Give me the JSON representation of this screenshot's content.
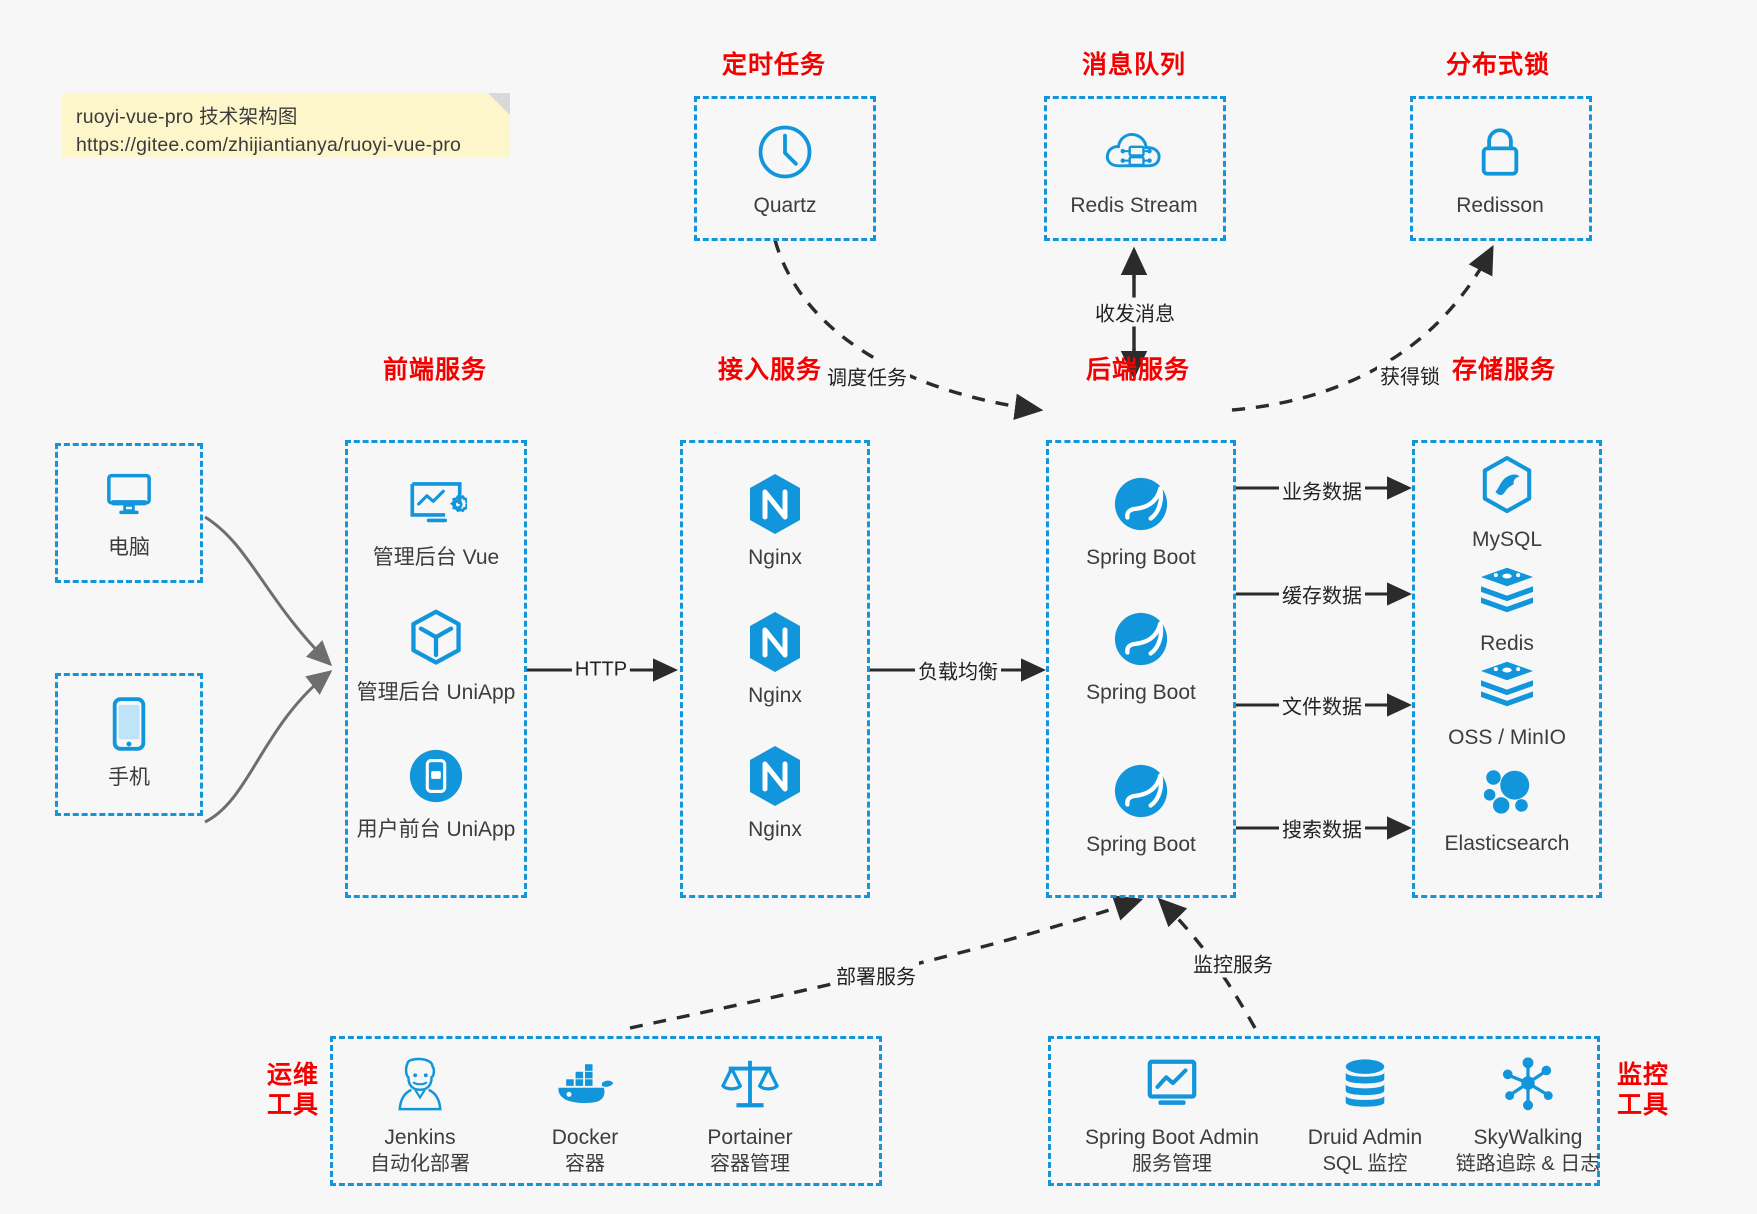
{
  "note": {
    "line1": "ruoyi-vue-pro 技术架构图",
    "line2": "https://gitee.com/zhijiantianya/ruoyi-vue-pro"
  },
  "colors": {
    "accent": "#1296db",
    "group_title": "#f50000",
    "label": "#3d3d3d",
    "edge": "#222222",
    "background": "#f7f7f7",
    "note_bg": "#fcf6ca"
  },
  "groups": {
    "scheduler": {
      "title": "定时任务"
    },
    "mq": {
      "title": "消息队列"
    },
    "lock": {
      "title": "分布式锁"
    },
    "frontend": {
      "title": "前端服务"
    },
    "gateway": {
      "title": "接入服务"
    },
    "backend": {
      "title": "后端服务"
    },
    "storage": {
      "title": "存储服务"
    },
    "devops": {
      "title_line1": "运维",
      "title_line2": "工具"
    },
    "monitor": {
      "title_line1": "监控",
      "title_line2": "工具"
    }
  },
  "nodes": {
    "quartz": {
      "label": "Quartz",
      "icon": "clock-icon"
    },
    "redis_stream": {
      "label": "Redis Stream",
      "icon": "cloud-stream-icon"
    },
    "redisson": {
      "label": "Redisson",
      "icon": "lock-icon"
    },
    "computer": {
      "label": "电脑",
      "icon": "desktop-icon"
    },
    "phone": {
      "label": "手机",
      "icon": "phone-icon"
    },
    "admin_vue": {
      "label": "管理后台 Vue",
      "icon": "dashboard-icon"
    },
    "admin_uniapp": {
      "label": "管理后台 UniApp",
      "icon": "cube-icon"
    },
    "user_uniapp": {
      "label": "用户前台 UniApp",
      "icon": "mobile-app-icon"
    },
    "nginx1": {
      "label": "Nginx",
      "icon": "nginx-icon"
    },
    "nginx2": {
      "label": "Nginx",
      "icon": "nginx-icon"
    },
    "nginx3": {
      "label": "Nginx",
      "icon": "nginx-icon"
    },
    "springboot1": {
      "label": "Spring Boot",
      "icon": "spring-icon"
    },
    "springboot2": {
      "label": "Spring Boot",
      "icon": "spring-icon"
    },
    "springboot3": {
      "label": "Spring Boot",
      "icon": "spring-icon"
    },
    "mysql": {
      "label": "MySQL",
      "icon": "mysql-icon"
    },
    "redis": {
      "label": "Redis",
      "icon": "redis-icon"
    },
    "oss": {
      "label": "OSS / MinIO",
      "icon": "redis-icon"
    },
    "elasticsearch": {
      "label": "Elasticsearch",
      "icon": "elasticsearch-icon"
    },
    "jenkins": {
      "label": "Jenkins",
      "sublabel": "自动化部署",
      "icon": "jenkins-icon"
    },
    "docker": {
      "label": "Docker",
      "sublabel": "容器",
      "icon": "docker-icon"
    },
    "portainer": {
      "label": "Portainer",
      "sublabel": "容器管理",
      "icon": "scales-icon"
    },
    "sba": {
      "label": "Spring Boot Admin",
      "sublabel": "服务管理",
      "icon": "monitor-chart-icon"
    },
    "druid": {
      "label": "Druid Admin",
      "sublabel": "SQL 监控",
      "icon": "database-icon"
    },
    "skywalking": {
      "label": "SkyWalking",
      "sublabel": "链路追踪 & 日志",
      "icon": "skywalking-icon"
    }
  },
  "edges": {
    "http": "HTTP",
    "load_balance": "负载均衡",
    "schedule_task": "调度任务",
    "send_receive_message": "收发消息",
    "acquire_lock": "获得锁",
    "business_data": "业务数据",
    "cache_data": "缓存数据",
    "file_data": "文件数据",
    "search_data": "搜索数据",
    "deploy_service": "部署服务",
    "monitor_service": "监控服务"
  }
}
